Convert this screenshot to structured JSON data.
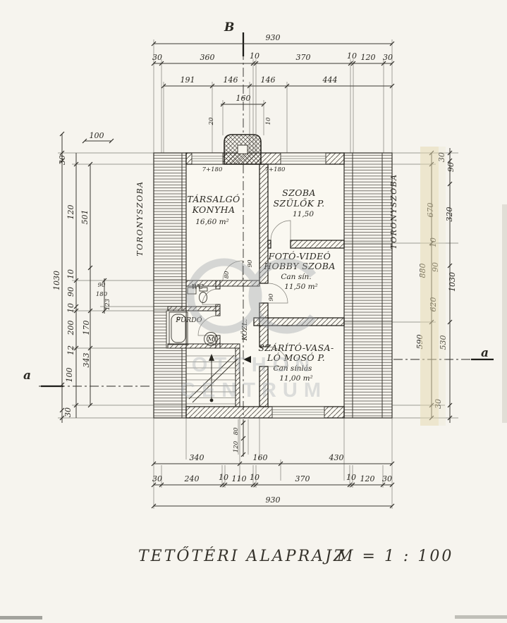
{
  "meta": {
    "title": "TETŐTÉRI ALAPRAJZ",
    "scale": "M = 1 : 100"
  },
  "markers": {
    "top": "B",
    "left": "a",
    "right": "a"
  },
  "watermark": {
    "line1": "OTTHON",
    "line2": "CENTRUM"
  },
  "side_labels": {
    "left": "TORONYSZOBA",
    "right": "TORONYSZOBA"
  },
  "rooms": {
    "konyha": {
      "l1": "TÁRSALGÓ",
      "l2": "KONYHA",
      "area": "16,60 m²"
    },
    "szoba": {
      "l1": "SZOBA",
      "l2": "SZÜLŐK P.",
      "area": "11,50"
    },
    "hobby": {
      "l1": "FOTÓ-VIDEÓ",
      "l2": "HOBBY SZOBA",
      "note": "Can sín.",
      "area": "11,50 m²"
    },
    "szarito": {
      "l1": "SZÁRÍTÓ-VASA-",
      "l2": "LÓ MOSÓ P.",
      "note": "Can sínlás",
      "area": "11,00 m²"
    },
    "wc": "WC",
    "furdo": "FÜRDŐ",
    "kozl": "KÖZL.",
    "washer": "M"
  },
  "dims": {
    "top_total": "930",
    "top_row2": [
      "30",
      "360",
      "10",
      "370",
      "10",
      "120",
      "30"
    ],
    "top_row3": [
      "191",
      "146",
      "146",
      "444"
    ],
    "top_row4": "160",
    "chimney": [
      "20",
      "10"
    ],
    "levels": [
      "7+180",
      "7+180"
    ],
    "left": [
      "30",
      "100",
      "120",
      "501",
      "1030",
      "10",
      "90",
      "10",
      "200",
      "170",
      "12",
      "343",
      "100",
      "30",
      "90",
      "180",
      "123"
    ],
    "right": [
      "30",
      "90",
      "670",
      "320",
      "10",
      "90",
      "880",
      "1030",
      "620",
      "590",
      "530",
      "30"
    ],
    "bottom_row1": [
      "340",
      "160",
      "430"
    ],
    "bottom_row2": [
      "30",
      "240",
      "10",
      "110",
      "10",
      "370",
      "10",
      "120",
      "30"
    ],
    "bottom_total": "930",
    "below": [
      "80",
      "120"
    ],
    "interior": [
      "90",
      "80",
      "90"
    ]
  }
}
